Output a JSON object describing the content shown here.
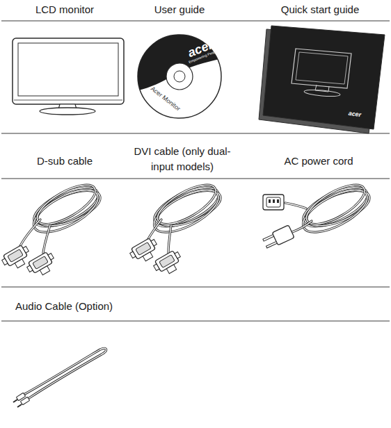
{
  "diagram": {
    "labels": [
      "LCD monitor",
      "User guide",
      "Quick start guide",
      "acer",
      "Empowering People",
      "Acer Monitor",
      "acer",
      "D-sub cable",
      "DVI cable (only dual- input models)",
      "AC power cord",
      "Audio Cable (Option)"
    ]
  }
}
